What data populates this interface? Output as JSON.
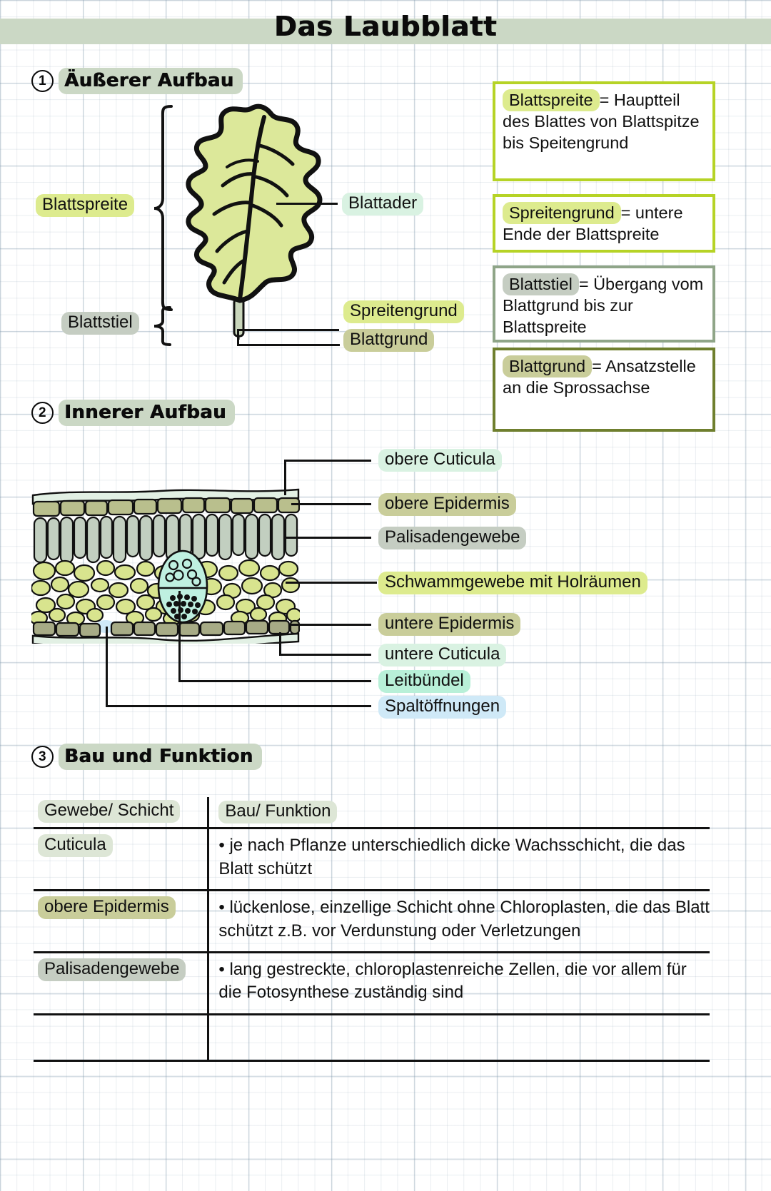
{
  "title": "Das Laubblatt",
  "sections": [
    {
      "num": "1",
      "label": "Äußerer Aufbau"
    },
    {
      "num": "2",
      "label": "Innerer Aufbau"
    },
    {
      "num": "3",
      "label": "Bau und Funktion"
    }
  ],
  "leaf_diagram": {
    "labels": {
      "blattspreite": "Blattspreite",
      "blattstiel": "Blattstiel",
      "blattader": "Blattader",
      "spreitengrund": "Spreitengrund",
      "blattgrund": "Blattgrund"
    }
  },
  "info_boxes": [
    {
      "term": "Blattspreite",
      "definition": "= Hauptteil des Blattes von Blattspitze bis Speitengrund",
      "term_highlight": "#ddeb8e",
      "border_color": "#b6d326"
    },
    {
      "term": "Spreitengrund",
      "definition": "= untere Ende der Blattspreite",
      "term_highlight": "#ddeb8e",
      "border_color": "#b6d326"
    },
    {
      "term": "Blattstiel",
      "definition": "= Übergang vom Blattgrund bis zur Blattspreite",
      "term_highlight": "#c5cdc2",
      "border_color": "#8fa588"
    },
    {
      "term": "Blattgrund",
      "definition": "= Ansatzstelle an die Sprossachse",
      "term_highlight": "#c9cd9a",
      "border_color": "#6f7f2e"
    }
  ],
  "cross_section": {
    "labels": [
      {
        "text": "obere Cuticula",
        "highlight": "#d9f2e2"
      },
      {
        "text": "obere Epidermis",
        "highlight": "#c9cd9a"
      },
      {
        "text": "Palisadengewebe",
        "highlight": "#c5cdc2"
      },
      {
        "text": "Schwammgewebe mit Holräumen",
        "highlight": "#ddeb8e"
      },
      {
        "text": "untere Epidermis",
        "highlight": "#c9cd9a"
      },
      {
        "text": "untere Cuticula",
        "highlight": "#d9f2e2"
      },
      {
        "text": "Leitbündel",
        "highlight": "#b8f0d8"
      },
      {
        "text": "Spaltöffnungen",
        "highlight": "#cfe9f7"
      }
    ]
  },
  "table": {
    "headers": [
      "Gewebe/ Schicht",
      "Bau/ Funktion"
    ],
    "rows": [
      {
        "layer": "Cuticula",
        "layer_highlight": "#dde6d6",
        "description": "• je nach Pflanze unterschiedlich dicke Wachsschicht, die das Blatt schützt"
      },
      {
        "layer": "obere Epidermis",
        "layer_highlight": "#c9cd9a",
        "description": "• lückenlose, einzellige Schicht ohne Chloroplasten, die das Blatt schützt z.B. vor Verdunstung oder Verletzungen"
      },
      {
        "layer": "Palisadengewebe",
        "layer_highlight": "#c5cdc2",
        "description": "• lang gestreckte, chloroplastenreiche Zellen, die vor allem für die Fotosynthese zuständig sind"
      }
    ]
  },
  "colors": {
    "title_band": "#cbd8c5",
    "leaf_fill": "#dce89a",
    "palisade": "#c2cfc0",
    "epidermis": "#b9bf8d",
    "spongy": "#d8e48e",
    "bundle": "#bff0e0",
    "stomata": "#cfe9f7"
  }
}
